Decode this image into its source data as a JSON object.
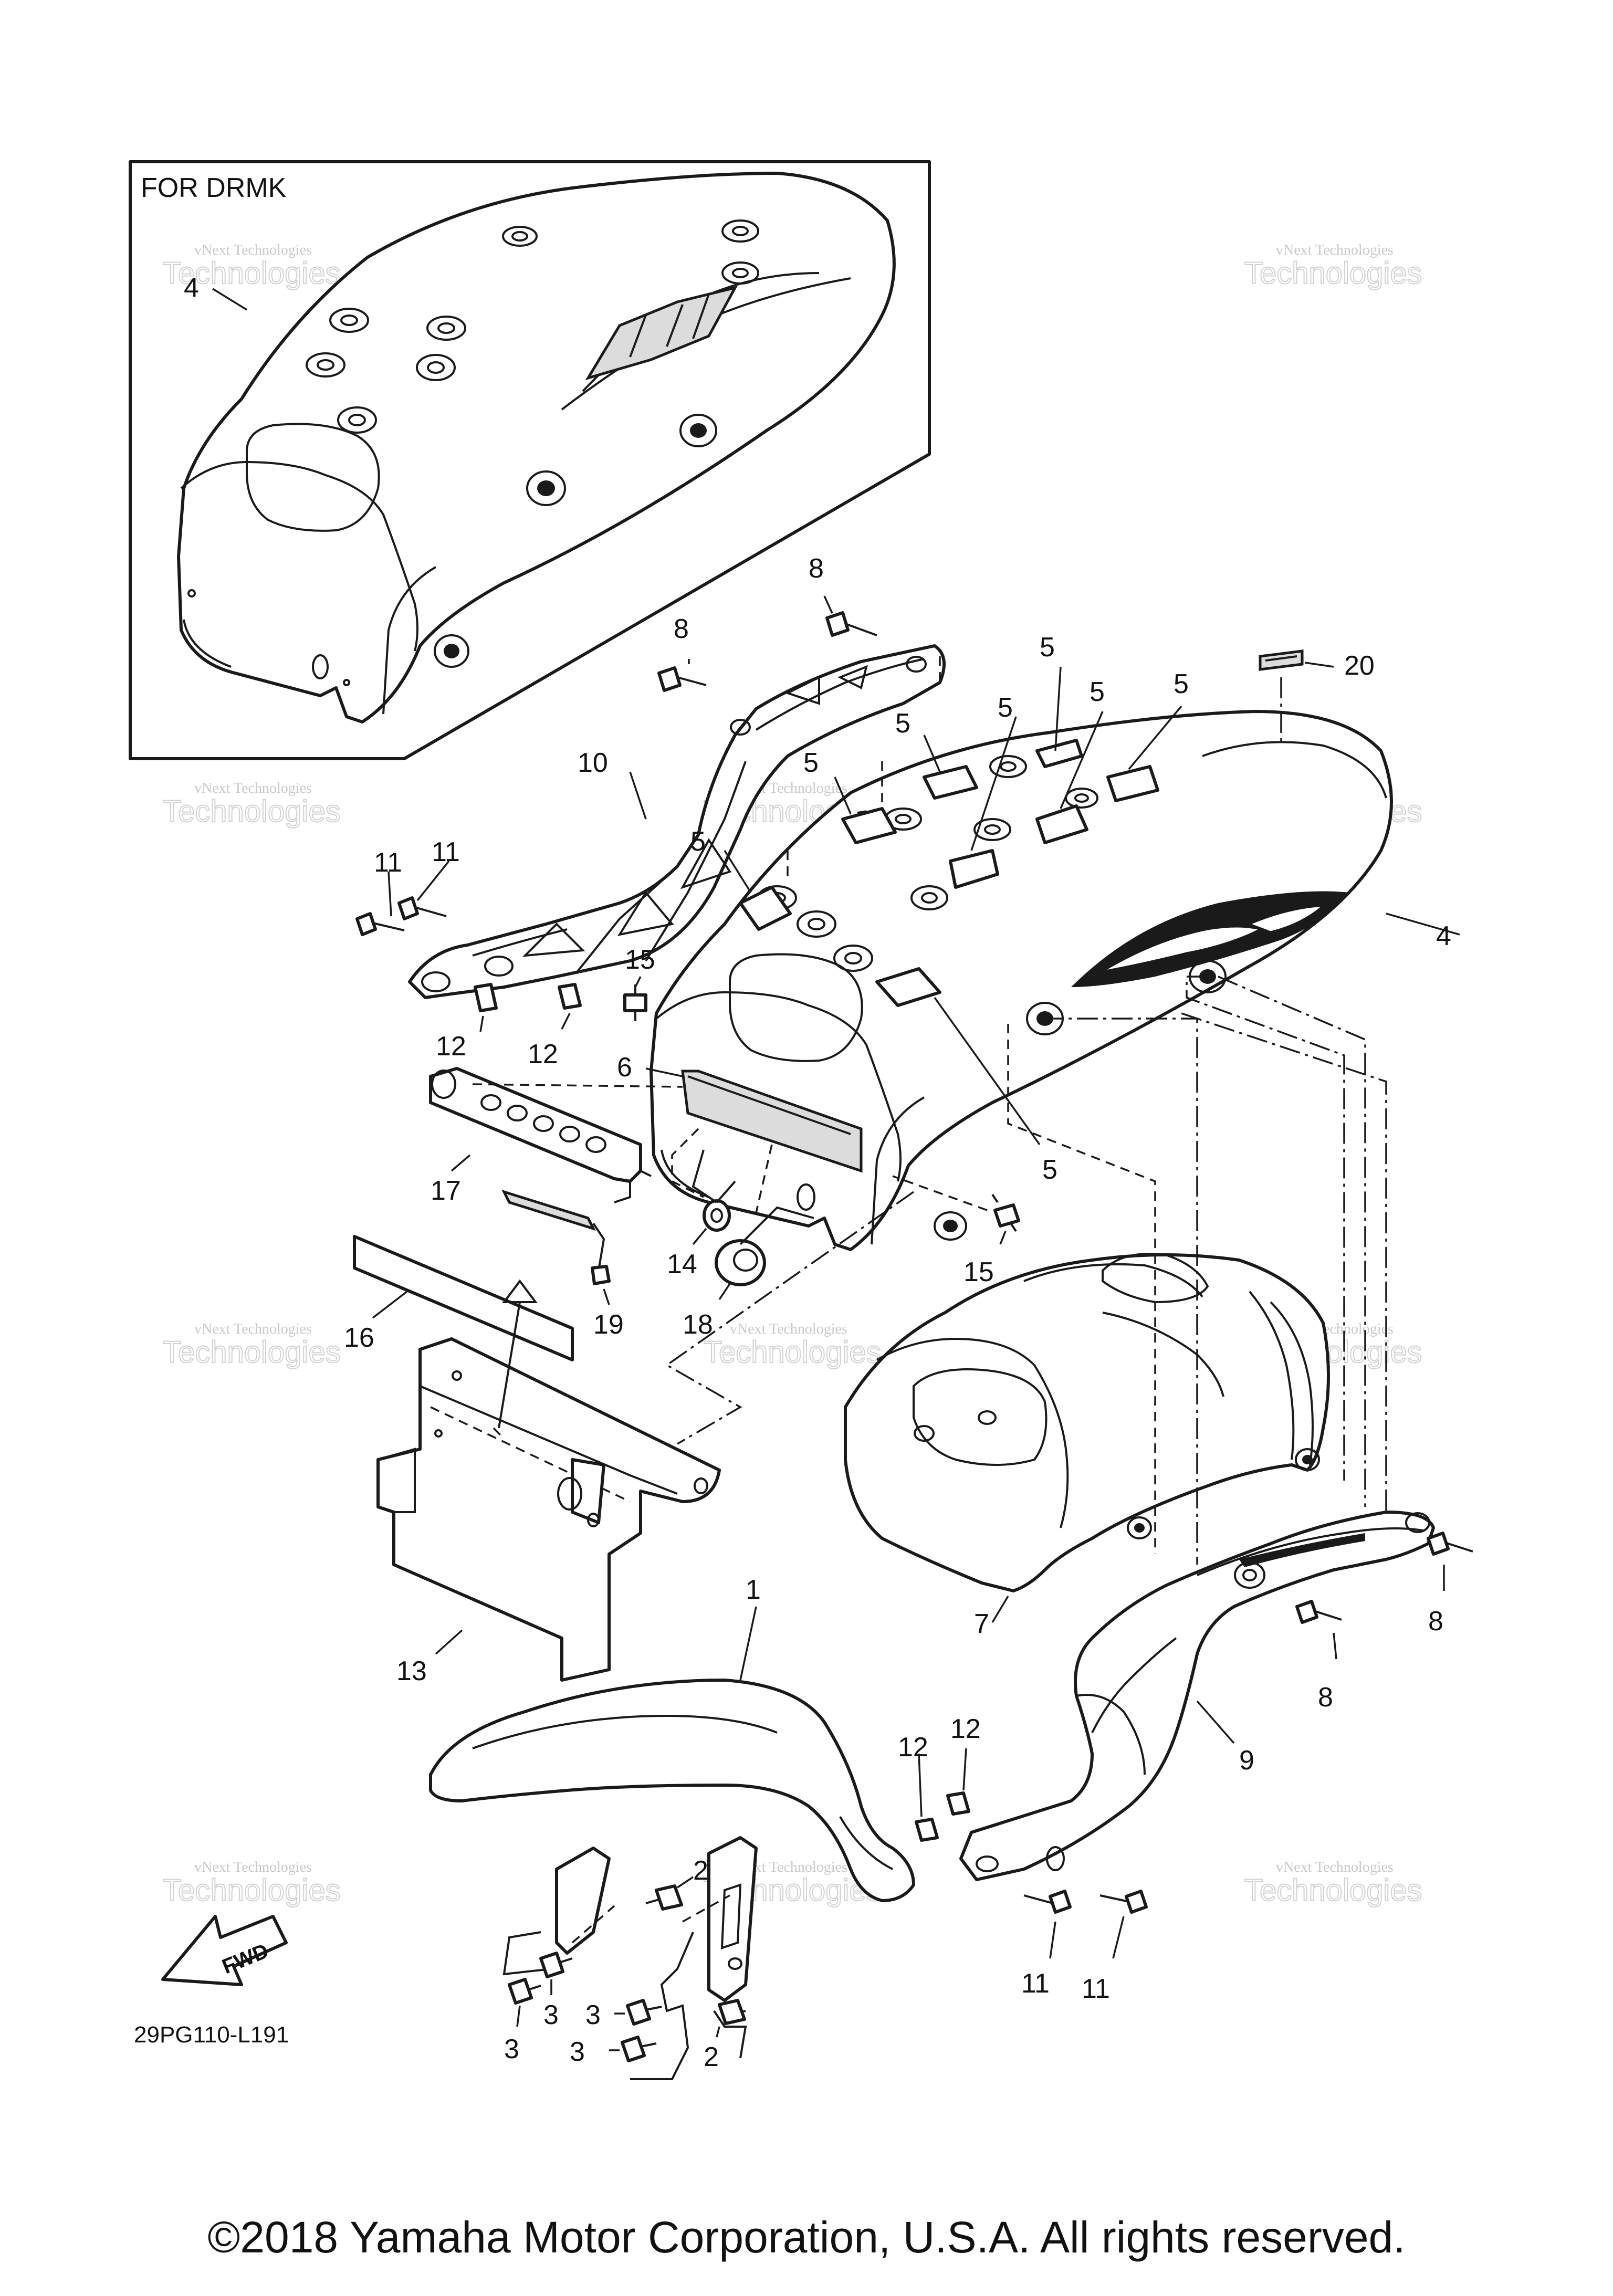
{
  "inset": {
    "title": "FOR DRMK"
  },
  "diagram_code": "29PG110-L191",
  "fwd_label": "FWD",
  "copyright": "©2018 Yamaha Motor Corporation, U.S.A. All rights reserved.",
  "watermark": {
    "line1": "vNext Technologies",
    "line2": "Technologies"
  },
  "callouts": {
    "inset_4": "4",
    "p8a": "8",
    "p8b": "8",
    "p8c": "8",
    "p8d": "8",
    "p5a": "5",
    "p5b": "5",
    "p5c": "5",
    "p5d": "5",
    "p5e": "5",
    "p5f": "5",
    "p5g": "5",
    "p20": "20",
    "p10": "10",
    "p11a": "11",
    "p11b": "11",
    "p11c": "11",
    "p11d": "11",
    "p4": "4",
    "p15a": "15",
    "p15b": "15",
    "p12a": "12",
    "p12b": "12",
    "p12c": "12",
    "p12d": "12",
    "p6": "6",
    "p17": "17",
    "p14": "14",
    "p18": "18",
    "p19": "19",
    "p16": "16",
    "p7": "7",
    "p13": "13",
    "p1": "1",
    "p9": "9",
    "p2a": "2",
    "p2b": "2",
    "p3a": "3",
    "p3b": "3",
    "p3c": "3",
    "p3d": "3"
  }
}
